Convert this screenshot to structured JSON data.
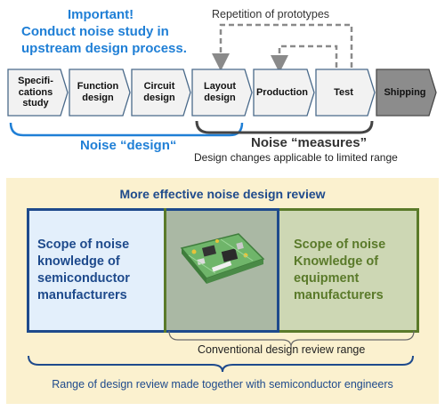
{
  "header": {
    "important_line1": "Important!",
    "important_line2": "Conduct noise study in",
    "important_line3": "upstream design process.",
    "repetition": "Repetition of prototypes"
  },
  "steps": [
    {
      "line1": "Specifi-",
      "line2": "cations",
      "line3": "study"
    },
    {
      "line1": "Function",
      "line2": "design"
    },
    {
      "line1": "Circuit",
      "line2": "design"
    },
    {
      "line1": "Layout",
      "line2": "design"
    },
    {
      "line1": "Production"
    },
    {
      "line1": "Test"
    },
    {
      "line1": "Shipping"
    }
  ],
  "noise_design": "Noise “design“",
  "noise_measures": "Noise “measures”",
  "design_changes": "Design changes applicable to limited range",
  "review": {
    "title": "More effective noise design review",
    "left_l1": "Scope of noise",
    "left_l2": "knowledge of",
    "left_l3": "semiconductor",
    "left_l4": "manufacturers",
    "right_l1": "Scope of noise",
    "right_l2": "Knowledge of",
    "right_l3": "equipment",
    "right_l4": "manufacturers",
    "conventional": "Conventional design review range",
    "range_together": "Range of design review made together with semiconductor engineers"
  },
  "colors": {
    "blue_text": "#1f7fd6",
    "navy": "#1e4a8c",
    "green": "#5a7a2a",
    "step_fill": "#f2f2f2",
    "step_border": "#4a6a8a",
    "shipping_fill": "#8c8c8c",
    "panel_bg": "#fbf1cf",
    "left_box": "#e3effb",
    "right_box": "#cdd7b4"
  }
}
